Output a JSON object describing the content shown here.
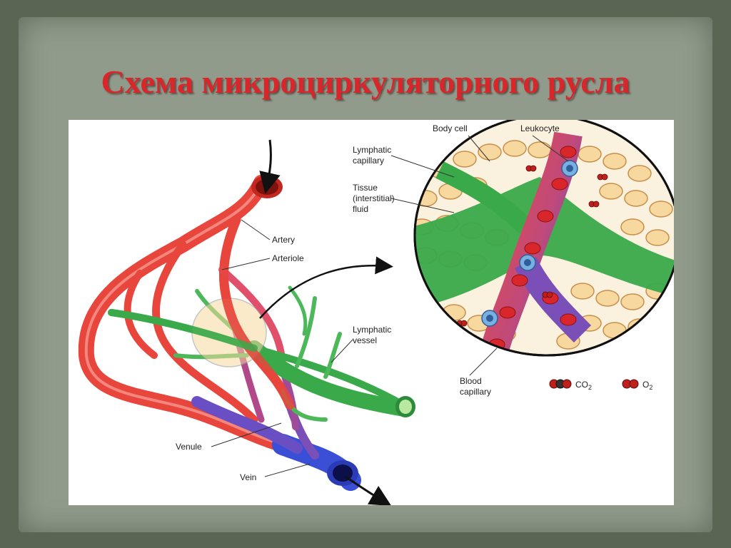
{
  "slide": {
    "title": "Схема микроциркуляторного русла"
  },
  "labels": {
    "artery": "Artery",
    "arteriole": "Arteriole",
    "lymphatic_vessel_1": "Lymphatic",
    "lymphatic_vessel_2": "vessel",
    "venule": "Venule",
    "vein": "Vein",
    "body_cell": "Body cell",
    "leukocyte": "Leukocyte",
    "lymphatic_capillary_1": "Lymphatic",
    "lymphatic_capillary_2": "capillary",
    "tissue_fluid_1": "Tissue",
    "tissue_fluid_2": "(interstitial)",
    "tissue_fluid_3": "fluid",
    "blood_capillary_1": "Blood",
    "blood_capillary_2": "capillary",
    "co2": "CO",
    "co2_sub": "2",
    "o2": "O",
    "o2_sub": "2"
  },
  "colors": {
    "artery": "#e8453c",
    "vein": "#3a4fd6",
    "lymph": "#3aa94a",
    "cell": "#f7d9a0",
    "title": "#d9262a"
  }
}
